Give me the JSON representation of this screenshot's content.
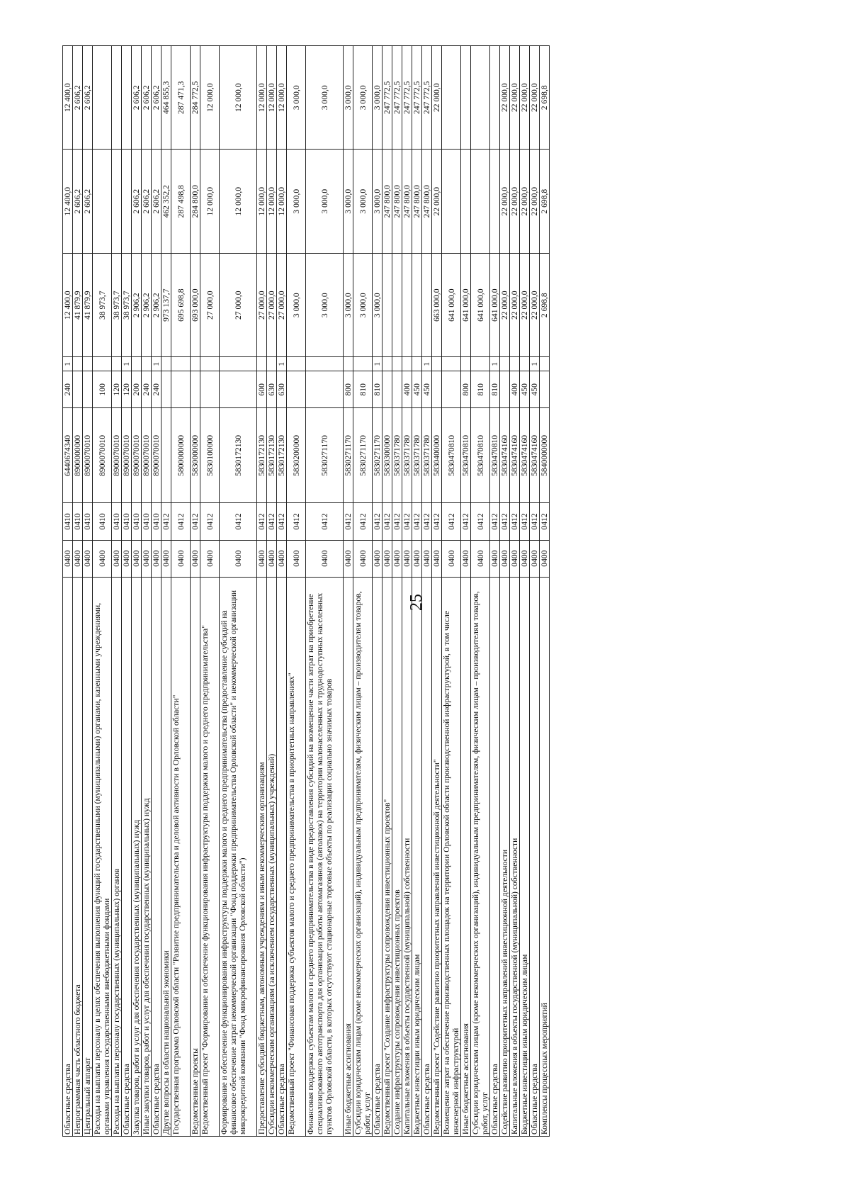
{
  "page_number": "25",
  "rows": [
    {
      "name": "Областные средства",
      "rz": "0400",
      "pr": "0410",
      "cs": "6440674340",
      "vr": "240",
      "fl": "1",
      "y1": "12 400,0",
      "y2": "12 400,0",
      "y3": "12 400,0",
      "h": 1
    },
    {
      "name": "Непрограммная часть областного бюджета",
      "rz": "0400",
      "pr": "0410",
      "cs": "8900000000",
      "vr": "",
      "fl": "",
      "y1": "41 879,9",
      "y2": "2 606,2",
      "y3": "2 606,2",
      "h": 1
    },
    {
      "name": "Центральный аппарат",
      "rz": "0400",
      "pr": "0410",
      "cs": "8900070010",
      "vr": "",
      "fl": "",
      "y1": "41 879,9",
      "y2": "2 606,2",
      "y3": "2 606,2",
      "h": 1
    },
    {
      "name": "Расходы на выплаты персоналу в целях обеспечения выполнения функций государственными (муниципальными) органами, казенными учреждениями, органами управления государственными внебюджетными фондами",
      "rz": "0400",
      "pr": "0410",
      "cs": "8900070010",
      "vr": "100",
      "fl": "",
      "y1": "38 973,7",
      "y2": "",
      "y3": "",
      "h": 2
    },
    {
      "name": "Расходы на выплаты персоналу государственных (муниципальных) органов",
      "rz": "0400",
      "pr": "0410",
      "cs": "8900070010",
      "vr": "120",
      "fl": "",
      "y1": "38 973,7",
      "y2": "",
      "y3": "",
      "h": 1
    },
    {
      "name": "Областные средства",
      "rz": "0400",
      "pr": "0410",
      "cs": "8900070010",
      "vr": "120",
      "fl": "1",
      "y1": "38 973,7",
      "y2": "",
      "y3": "",
      "h": 1
    },
    {
      "name": "Закупка товаров, работ и услуг для обеспечения государственных (муниципальных) нужд",
      "rz": "0400",
      "pr": "0410",
      "cs": "8900070010",
      "vr": "200",
      "fl": "",
      "y1": "2 906,2",
      "y2": "2 606,2",
      "y3": "2 606,2",
      "h": 1
    },
    {
      "name": "Иные закупки товаров, работ и услуг для обеспечения государственных (муниципальных) нужд",
      "rz": "0400",
      "pr": "0410",
      "cs": "8900070010",
      "vr": "240",
      "fl": "",
      "y1": "2 906,2",
      "y2": "2 606,2",
      "y3": "2 606,2",
      "h": 1
    },
    {
      "name": "Областные средства",
      "rz": "0400",
      "pr": "0410",
      "cs": "8900070010",
      "vr": "240",
      "fl": "1",
      "y1": "2 906,2",
      "y2": "2 606,2",
      "y3": "2 606,2",
      "h": 1
    },
    {
      "name": "Другие вопросы в области национальной экономики",
      "rz": "0400",
      "pr": "0412",
      "cs": "",
      "vr": "",
      "fl": "",
      "y1": "973 137,7",
      "y2": "462 352,2",
      "y3": "464 855,3",
      "h": 1
    },
    {
      "name": "Государственная программа Орловской области \"Развитие предпринимательства и деловой активности в Орловской области\"",
      "rz": "0400",
      "pr": "0412",
      "cs": "5800000000",
      "vr": "",
      "fl": "",
      "y1": "695 698,8",
      "y2": "287 498,8",
      "y3": "287 471,3",
      "h": 2
    },
    {
      "name": "Ведомственные проекты",
      "rz": "0400",
      "pr": "0412",
      "cs": "5830000000",
      "vr": "",
      "fl": "",
      "y1": "693 000,0",
      "y2": "284 800,0",
      "y3": "284 772,5",
      "h": 1
    },
    {
      "name": "Ведомственный проект \"Формирование и обеспечение функционирования инфраструктуры поддержки малого и среднего предпринимательства\"",
      "rz": "0400",
      "pr": "0412",
      "cs": "5830100000",
      "vr": "",
      "fl": "",
      "y1": "27 000,0",
      "y2": "12 000,0",
      "y3": "12 000,0",
      "h": 2
    },
    {
      "name": "Формирование и обеспечение функционирования инфраструктуры поддержки малого и среднего предпринимательства (предоставление субсидий на финансовое обеспечение затрат некоммерческой организации \"Фонд поддержки предпринимательства Орловской области\" и некоммерческой организации микрокредитной компании \"Фонд микрофинансирования Орловской области\")",
      "rz": "0400",
      "pr": "0412",
      "cs": "5830172130",
      "vr": "",
      "fl": "",
      "y1": "27 000,0",
      "y2": "12 000,0",
      "y3": "12 000,0",
      "h": 4
    },
    {
      "name": "Предоставление субсидий бюджетным, автономным учреждениям и иным некоммерческим организациям",
      "rz": "0400",
      "pr": "0412",
      "cs": "5830172130",
      "vr": "600",
      "fl": "",
      "y1": "27 000,0",
      "y2": "12 000,0",
      "y3": "12 000,0",
      "h": 1
    },
    {
      "name": "Субсидии некоммерческим организациям (за исключением государственных (муниципальных) учреждений)",
      "rz": "0400",
      "pr": "0412",
      "cs": "5830172130",
      "vr": "630",
      "fl": "",
      "y1": "27 000,0",
      "y2": "12 000,0",
      "y3": "12 000,0",
      "h": 1
    },
    {
      "name": "Областные средства",
      "rz": "0400",
      "pr": "0412",
      "cs": "5830172130",
      "vr": "630",
      "fl": "1",
      "y1": "27 000,0",
      "y2": "12 000,0",
      "y3": "12 000,0",
      "h": 1
    },
    {
      "name": "Ведомственный проект \"Финансовая поддержка субъектов малого и среднего предпринимательства в приоритетных направлениях\"",
      "rz": "0400",
      "pr": "0412",
      "cs": "5830200000",
      "vr": "",
      "fl": "",
      "y1": "3 000,0",
      "y2": "3 000,0",
      "y3": "3 000,0",
      "h": 2
    },
    {
      "name": "Финансовая поддержка субъектам малого и среднего предпринимательства в виде предоставления субсидий на возмещение части затрат на приобретение специализированного автотранспорта для организации работы автомагазинов (автолавок) на территории малонаселенных и труднодоступных населенных пунктов Орловской области, в которых отсутствуют стационарные торговые объекты по реализации социально значимых товаров",
      "rz": "0400",
      "pr": "0412",
      "cs": "5830271170",
      "vr": "",
      "fl": "",
      "y1": "3 000,0",
      "y2": "3 000,0",
      "y3": "3 000,0",
      "h": 4
    },
    {
      "name": "Иные бюджетные ассигнования",
      "rz": "0400",
      "pr": "0412",
      "cs": "5830271170",
      "vr": "800",
      "fl": "",
      "y1": "3 000,0",
      "y2": "3 000,0",
      "y3": "3 000,0",
      "h": 1
    },
    {
      "name": "Субсидии юридическим лицам (кроме некоммерческих организаций), индивидуальным предпринимателям, физическим лицам – производителям товаров, работ, услуг",
      "rz": "0400",
      "pr": "0412",
      "cs": "5830271170",
      "vr": "810",
      "fl": "",
      "y1": "3 000,0",
      "y2": "3 000,0",
      "y3": "3 000,0",
      "h": 2
    },
    {
      "name": "Областные средства",
      "rz": "0400",
      "pr": "0412",
      "cs": "5830271170",
      "vr": "810",
      "fl": "1",
      "y1": "3 000,0",
      "y2": "3 000,0",
      "y3": "3 000,0",
      "h": 1
    },
    {
      "name": "Ведомственный проект \"Создание инфраструктуры сопровождения инвестиционных проектов\"",
      "rz": "0400",
      "pr": "0412",
      "cs": "5830300000",
      "vr": "",
      "fl": "",
      "y1": "",
      "y2": "247 800,0",
      "y3": "247 772,5",
      "h": 1
    },
    {
      "name": "Создание инфраструктуры сопровождения инвестиционных проектов",
      "rz": "0400",
      "pr": "0412",
      "cs": "5830371780",
      "vr": "",
      "fl": "",
      "y1": "",
      "y2": "247 800,0",
      "y3": "247 772,5",
      "h": 1
    },
    {
      "name": "Капитальные вложения в объекты государственной (муниципальной) собственности",
      "rz": "0400",
      "pr": "0412",
      "cs": "5830371780",
      "vr": "400",
      "fl": "",
      "y1": "",
      "y2": "247 800,0",
      "y3": "247 772,5",
      "h": 1
    },
    {
      "name": "Бюджетные инвестиции иным юридическим лицам",
      "rz": "0400",
      "pr": "0412",
      "cs": "5830371780",
      "vr": "450",
      "fl": "",
      "y1": "",
      "y2": "247 800,0",
      "y3": "247 772,5",
      "h": 1
    },
    {
      "name": "Областные средства",
      "rz": "0400",
      "pr": "0412",
      "cs": "5830371780",
      "vr": "450",
      "fl": "1",
      "y1": "",
      "y2": "247 800,0",
      "y3": "247 772,5",
      "h": 1
    },
    {
      "name": "Ведомственный проект \"Содействие развитию приоритетных направлений инвестиционной деятельности\"",
      "rz": "0400",
      "pr": "0412",
      "cs": "5830400000",
      "vr": "",
      "fl": "",
      "y1": "663 000,0",
      "y2": "22 000,0",
      "y3": "22 000,0",
      "h": 1
    },
    {
      "name": "Возмещение затрат на обеспечение производственных площадок на территории Орловской области производственной инфраструктурой, в том числе инженерной инфраструктурой",
      "rz": "0400",
      "pr": "0412",
      "cs": "5830470810",
      "vr": "",
      "fl": "",
      "y1": "641 000,0",
      "y2": "",
      "y3": "",
      "h": 2
    },
    {
      "name": "Иные бюджетные ассигнования",
      "rz": "0400",
      "pr": "0412",
      "cs": "5830470810",
      "vr": "800",
      "fl": "",
      "y1": "641 000,0",
      "y2": "",
      "y3": "",
      "h": 1
    },
    {
      "name": "Субсидии юридическим лицам (кроме некоммерческих организаций), индивидуальным предпринимателям, физическим лицам – производителям товаров, работ, услуг",
      "rz": "0400",
      "pr": "0412",
      "cs": "5830470810",
      "vr": "810",
      "fl": "",
      "y1": "641 000,0",
      "y2": "",
      "y3": "",
      "h": 2
    },
    {
      "name": "Областные средства",
      "rz": "0400",
      "pr": "0412",
      "cs": "5830470810",
      "vr": "810",
      "fl": "1",
      "y1": "641 000,0",
      "y2": "",
      "y3": "",
      "h": 1
    },
    {
      "name": "Содействие развитию приоритетных направлений инвестиционной деятельности",
      "rz": "0400",
      "pr": "0412",
      "cs": "5830474160",
      "vr": "",
      "fl": "",
      "y1": "22 000,0",
      "y2": "22 000,0",
      "y3": "22 000,0",
      "h": 1
    },
    {
      "name": "Капитальные вложения в объекты государственной (муниципальной) собственности",
      "rz": "0400",
      "pr": "0412",
      "cs": "5830474160",
      "vr": "400",
      "fl": "",
      "y1": "22 000,0",
      "y2": "22 000,0",
      "y3": "22 000,0",
      "h": 1
    },
    {
      "name": "Бюджетные инвестиции иным юридическим лицам",
      "rz": "0400",
      "pr": "0412",
      "cs": "5830474160",
      "vr": "450",
      "fl": "",
      "y1": "22 000,0",
      "y2": "22 000,0",
      "y3": "22 000,0",
      "h": 1
    },
    {
      "name": "Областные средства",
      "rz": "0400",
      "pr": "0412",
      "cs": "5830474160",
      "vr": "450",
      "fl": "1",
      "y1": "22 000,0",
      "y2": "22 000,0",
      "y3": "22 000,0",
      "h": 1
    },
    {
      "name": "Комплексы процессных мероприятий",
      "rz": "0400",
      "pr": "0412",
      "cs": "5840000000",
      "vr": "",
      "fl": "",
      "y1": "2 698,8",
      "y2": "2 698,8",
      "y3": "2 698,8",
      "h": 1
    }
  ]
}
